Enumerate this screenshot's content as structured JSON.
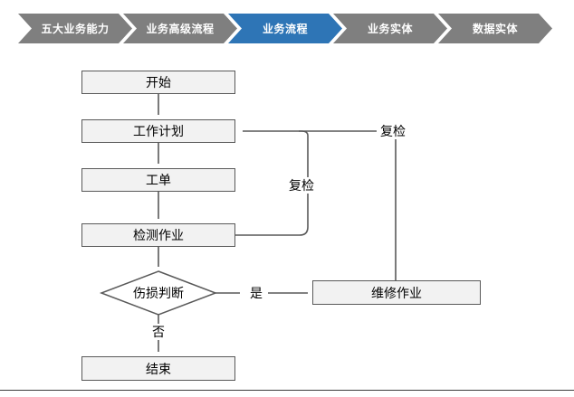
{
  "breadcrumb": {
    "items": [
      {
        "label": "五大业务能力",
        "active": false
      },
      {
        "label": "业务高级流程",
        "active": false
      },
      {
        "label": "业务流程",
        "active": true
      },
      {
        "label": "业务实体",
        "active": false
      },
      {
        "label": "数据实体",
        "active": false
      }
    ]
  },
  "flow": {
    "nodes": {
      "start": "开始",
      "plan": "工作计划",
      "order": "工单",
      "inspect": "检测作业",
      "decision": "伤损判断",
      "repair": "维修作业",
      "end": "结束"
    },
    "labels": {
      "yes": "是",
      "no": "否",
      "recheck_inner": "复检",
      "recheck_outer": "复检"
    }
  },
  "colors": {
    "chevron_gray": "#7f7f7f",
    "chevron_active": "#2e75b6",
    "node_fill": "#f2f2f2",
    "node_border": "#595959",
    "line": "#595959"
  }
}
